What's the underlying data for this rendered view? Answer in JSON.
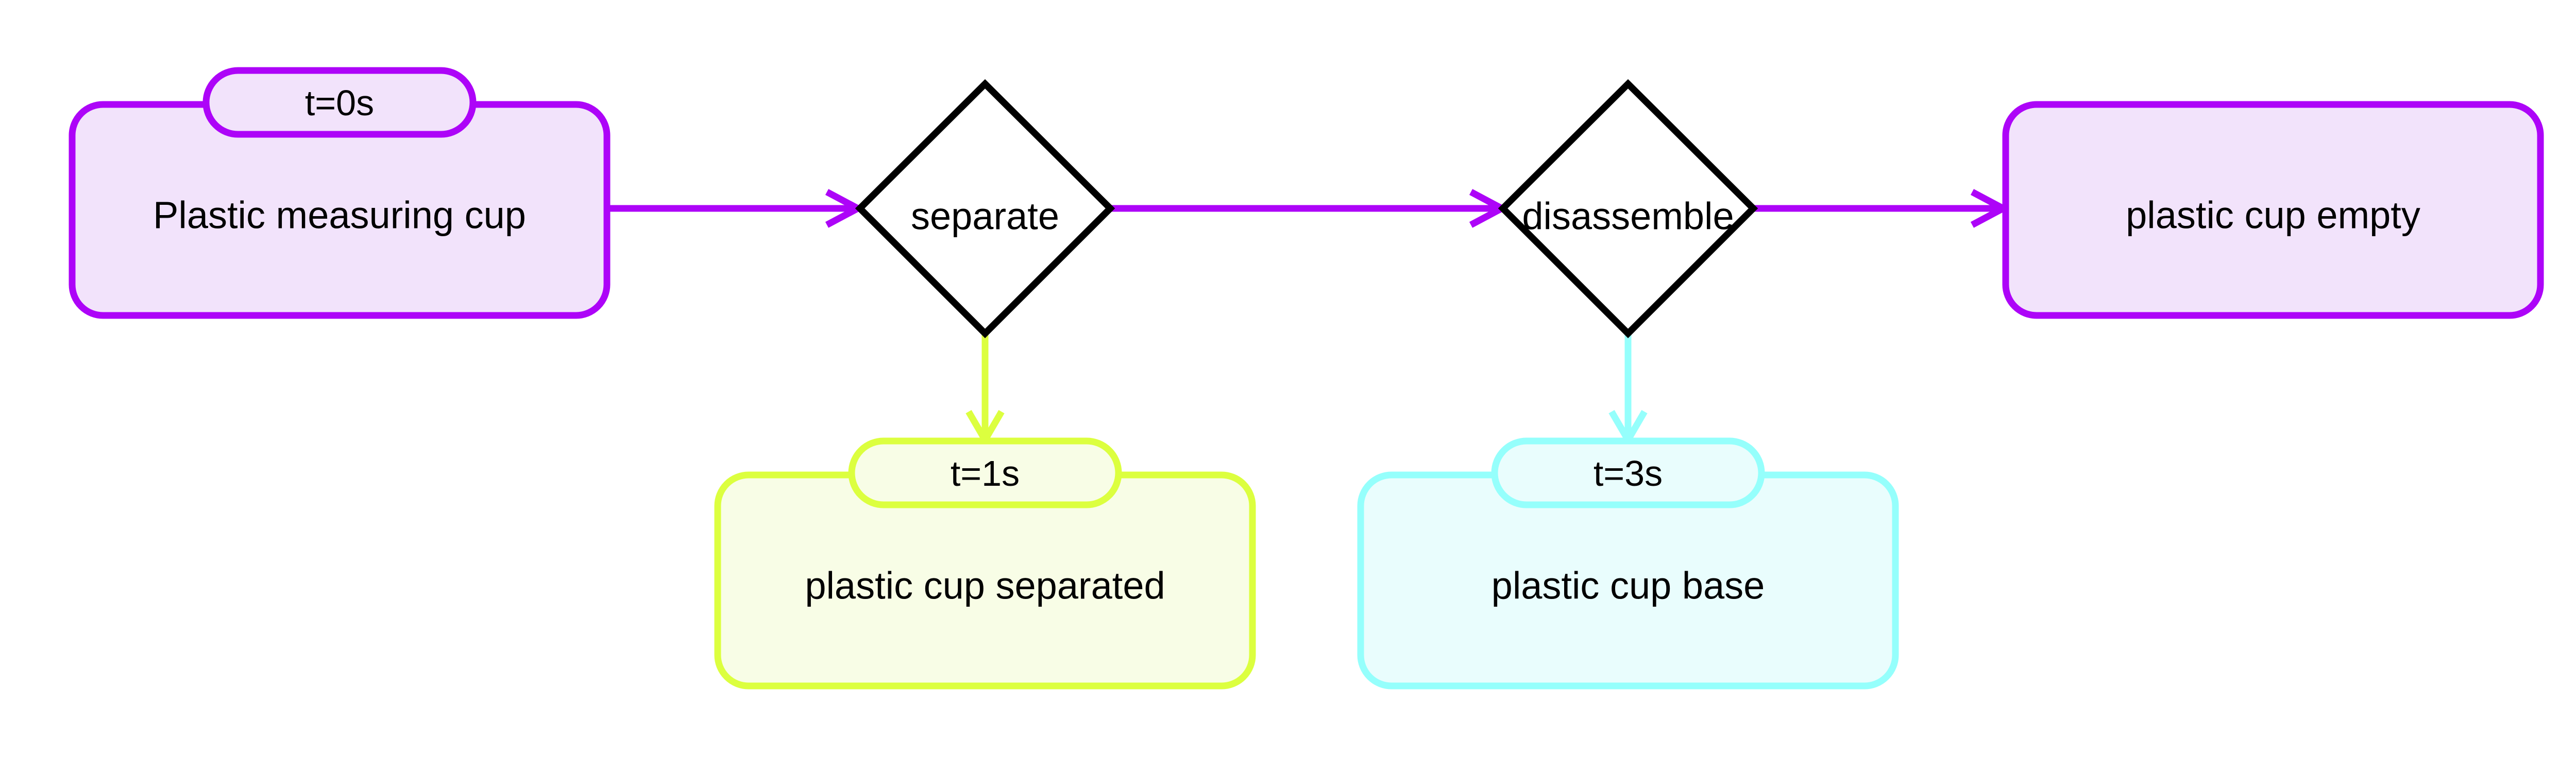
{
  "diagram": {
    "type": "process-flow",
    "colors": {
      "purple_stroke": "#ad04f8",
      "purple_fill": "#f2e3fb",
      "yellow_stroke": "#dcff3f",
      "yellow_fill": "#f8fde6",
      "cyan_stroke": "#95fffc",
      "cyan_fill": "#e9fdfd",
      "diamond_stroke": "#000000",
      "diamond_fill": "#ffffff"
    },
    "nodes": [
      {
        "id": "n1",
        "kind": "state",
        "label": "Plastic measuring cup",
        "time": "t=0s",
        "color": "purple"
      },
      {
        "id": "a1",
        "kind": "action",
        "label": "separate"
      },
      {
        "id": "a2",
        "kind": "action",
        "label": "disassemble"
      },
      {
        "id": "n2",
        "kind": "state",
        "label": "plastic cup empty",
        "time": "",
        "color": "purple"
      },
      {
        "id": "n3",
        "kind": "state",
        "label": "plastic cup separated",
        "time": "t=1s",
        "color": "yellow"
      },
      {
        "id": "n4",
        "kind": "state",
        "label": "plastic cup base",
        "time": "t=3s",
        "color": "cyan"
      }
    ],
    "edges": [
      {
        "from": "n1",
        "to": "a1",
        "color": "purple"
      },
      {
        "from": "a1",
        "to": "a2",
        "color": "purple"
      },
      {
        "from": "a2",
        "to": "n2",
        "color": "purple"
      },
      {
        "from": "a1",
        "to": "n3",
        "color": "yellow"
      },
      {
        "from": "a2",
        "to": "n4",
        "color": "cyan"
      }
    ]
  }
}
